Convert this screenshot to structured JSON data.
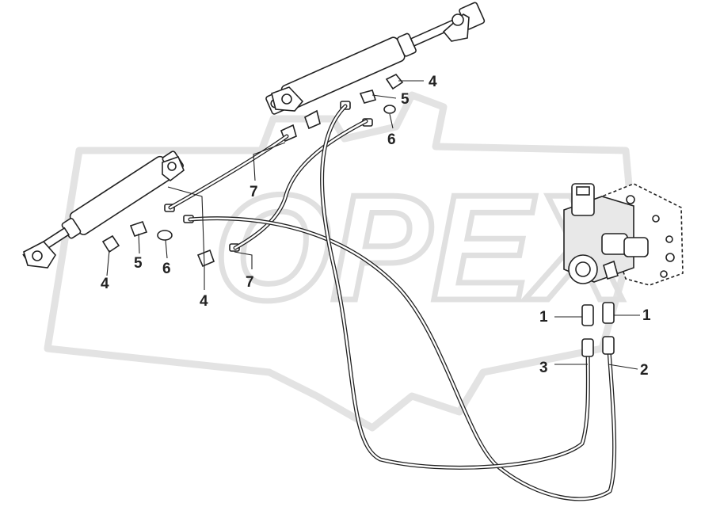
{
  "watermark": {
    "brand": "OPEX"
  },
  "callouts": {
    "c1a": "1",
    "c1b": "1",
    "c2": "2",
    "c3": "3",
    "c4a": "4",
    "c4b": "4",
    "c4c": "4",
    "c5a": "5",
    "c5b": "5",
    "c6a": "6",
    "c6b": "6",
    "c7a": "7",
    "c7b": "7"
  }
}
